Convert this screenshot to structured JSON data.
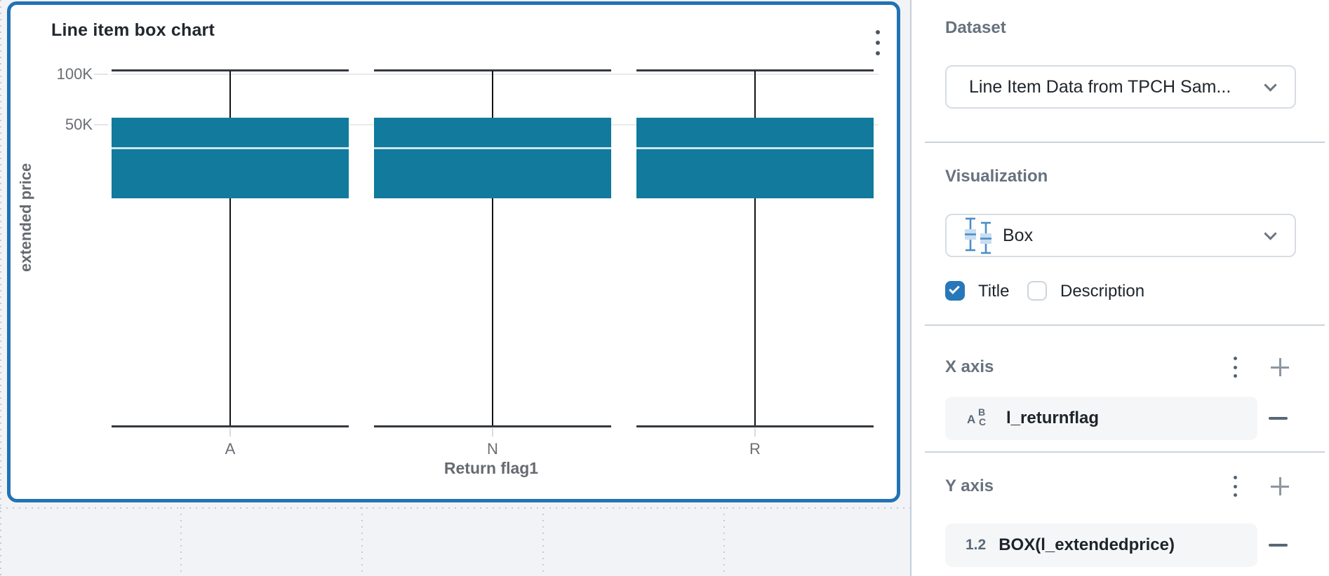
{
  "colors": {
    "accent_blue": "#2272b4",
    "checkbox_blue": "#2778ba",
    "box_fill": "#117a9d",
    "median_line": "#cde4ee",
    "canvas_bg": "#f1f3f6",
    "heading_gray": "#67727e"
  },
  "card": {
    "title": "Line item box chart",
    "menu_icon": "kebab-vertical-icon"
  },
  "chart_data": {
    "type": "box",
    "title": "Line item box chart",
    "xlabel": "Return flag1",
    "ylabel": "extended price",
    "categories": [
      "A",
      "N",
      "R"
    ],
    "y_axis": {
      "scale": "log",
      "tick_labels": [
        "100K",
        "50K"
      ],
      "tick_values": [
        100000,
        50000
      ]
    },
    "grid": true,
    "legend": false,
    "series": [
      {
        "name": "BOX(l_extendedprice)",
        "boxes": [
          {
            "category": "A",
            "min": 800,
            "q1": 18200,
            "median": 36400,
            "q3": 55100,
            "max": 105000
          },
          {
            "category": "N",
            "min": 800,
            "q1": 18200,
            "median": 36400,
            "q3": 55100,
            "max": 105000
          },
          {
            "category": "R",
            "min": 800,
            "q1": 18200,
            "median": 36400,
            "q3": 55100,
            "max": 105000
          }
        ]
      }
    ]
  },
  "panel": {
    "dataset": {
      "heading": "Dataset",
      "selected": "Line Item Data from TPCH Sam...",
      "chevron_icon": "chevron-down-icon"
    },
    "visualization": {
      "heading": "Visualization",
      "selected": "Box",
      "type_icon": "box-chart-icon",
      "chevron_icon": "chevron-down-icon"
    },
    "toggles": {
      "title_label": "Title",
      "title_checked": true,
      "description_label": "Description",
      "description_checked": false
    },
    "x_axis": {
      "heading": "X axis",
      "fields": [
        {
          "type_icon": "text-type-icon",
          "icon_letters": {
            "a": "A",
            "b": "B",
            "c": "C"
          },
          "name": "l_returnflag"
        }
      ]
    },
    "y_axis": {
      "heading": "Y axis",
      "fields": [
        {
          "type_icon": "number-type-icon",
          "icon_text": "1.2",
          "name": "BOX(l_extendedprice)"
        }
      ]
    }
  }
}
